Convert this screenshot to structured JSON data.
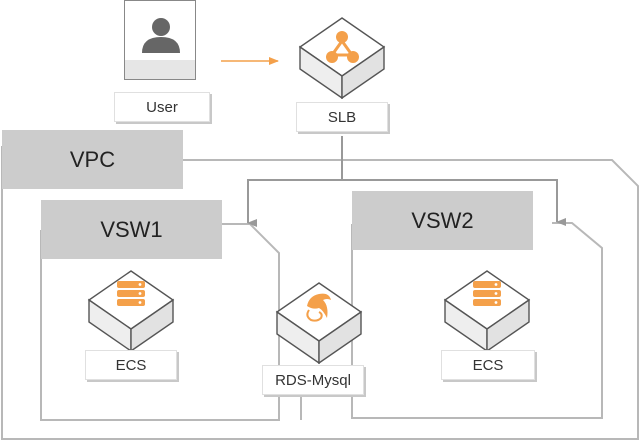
{
  "diagram": {
    "nodes": {
      "user": {
        "label": "User",
        "icon": "user-icon"
      },
      "slb": {
        "label": "SLB",
        "icon": "load-balancer-icon"
      },
      "ecs1": {
        "label": "ECS",
        "icon": "server-icon"
      },
      "rds": {
        "label": "RDS-Mysql",
        "icon": "mysql-dolphin-icon"
      },
      "ecs2": {
        "label": "ECS",
        "icon": "server-icon"
      }
    },
    "groups": {
      "vpc": {
        "label": "VPC"
      },
      "vsw1": {
        "label": "VSW1"
      },
      "vsw2": {
        "label": "VSW2"
      }
    },
    "edges": [
      {
        "from": "User",
        "to": "SLB"
      },
      {
        "from": "SLB",
        "to": "VSW1"
      },
      {
        "from": "SLB",
        "to": "VSW2"
      }
    ],
    "colors": {
      "accent": "#f4a04a",
      "line": "#b3b3b3",
      "header": "#cccccc"
    }
  }
}
